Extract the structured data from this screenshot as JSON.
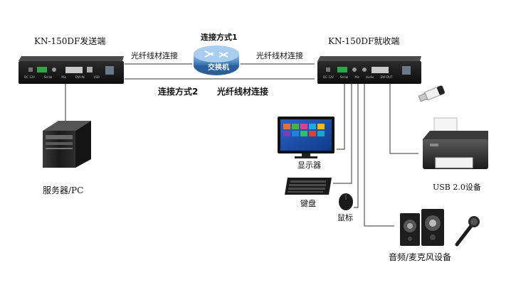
{
  "transmitter": {
    "title": "KN-150DF发送端",
    "ports": [
      "DC 12V",
      "Serial",
      "Mic",
      "DVI-IN",
      "USB"
    ]
  },
  "receiver": {
    "title": "KN-150DF就收端",
    "ports": [
      "DC 12V",
      "Serial",
      "Mic",
      "Audio",
      "DVI-OUT"
    ]
  },
  "switch": {
    "label": "交换机"
  },
  "connections": {
    "method1": "连接方式1",
    "method2": "连接方式2",
    "fiber_left": "光纤线材连接",
    "fiber_right": "光纤线材连接",
    "fiber_bottom": "光纤线材连接"
  },
  "devices": {
    "server": "服务器/PC",
    "monitor": "显示器",
    "keyboard": "键盘",
    "mouse": "鼠标",
    "usb": "USB 2.0设备",
    "audio": "音频/麦克风设备"
  }
}
